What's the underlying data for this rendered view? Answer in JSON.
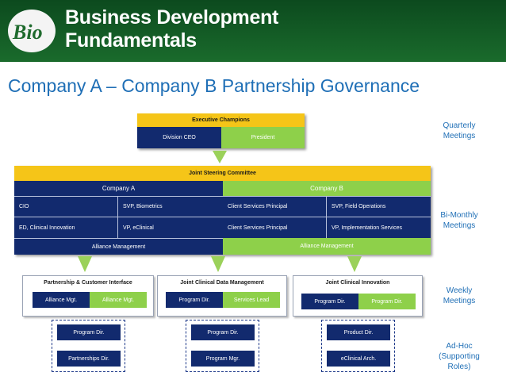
{
  "header": {
    "logo_text": "Bio",
    "brand_line1": "Business Development",
    "brand_line2": "Fundamentals"
  },
  "page_title": "Company A – Company B Partnership Governance",
  "executive": {
    "title": "Executive Champions",
    "left": "Division CEO",
    "right": "President"
  },
  "steering": {
    "title": "Joint Steering Committee",
    "company_a": "Company A",
    "company_b": "Company B",
    "row1": [
      "CIO",
      "SVP, Biometrics",
      "Client Services Principal",
      "SVP, Field Operations"
    ],
    "row2": [
      "ED, Clinical Innovation",
      "VP, eClinical",
      "Client Services Principal",
      "VP, Implementation Services"
    ],
    "alliance_left": "Alliance Management",
    "alliance_right": "Alliance Management"
  },
  "teams": [
    {
      "title": "Partnership & Customer Interface",
      "left": "Alliance Mgt.",
      "right": "Alliance Mgt."
    },
    {
      "title": "Joint Clinical Data Management",
      "left": "Program Dir.",
      "right": "Services Lead"
    },
    {
      "title": "Joint Clinical Innovation",
      "left": "Program Dir.",
      "right": "Program Dir."
    }
  ],
  "adhoc": [
    {
      "top": "Program Dir.",
      "bottom": "Partnerships Dir."
    },
    {
      "top": "Program Dir.",
      "bottom": "Program Mgr."
    },
    {
      "top": "Product Dir.",
      "bottom": "eClinical Arch."
    }
  ],
  "side_labels": {
    "quarterly": "Quarterly Meetings",
    "bimonthly": "Bi-Monthly Meetings",
    "weekly": "Weekly Meetings",
    "adhoc": "Ad-Hoc (Supporting Roles)"
  },
  "colors": {
    "navy": "#122a6e",
    "green": "#8ed04a",
    "gold": "#f5c518",
    "title_blue": "#1f6fb6",
    "header_green": "#0c4a1e"
  }
}
